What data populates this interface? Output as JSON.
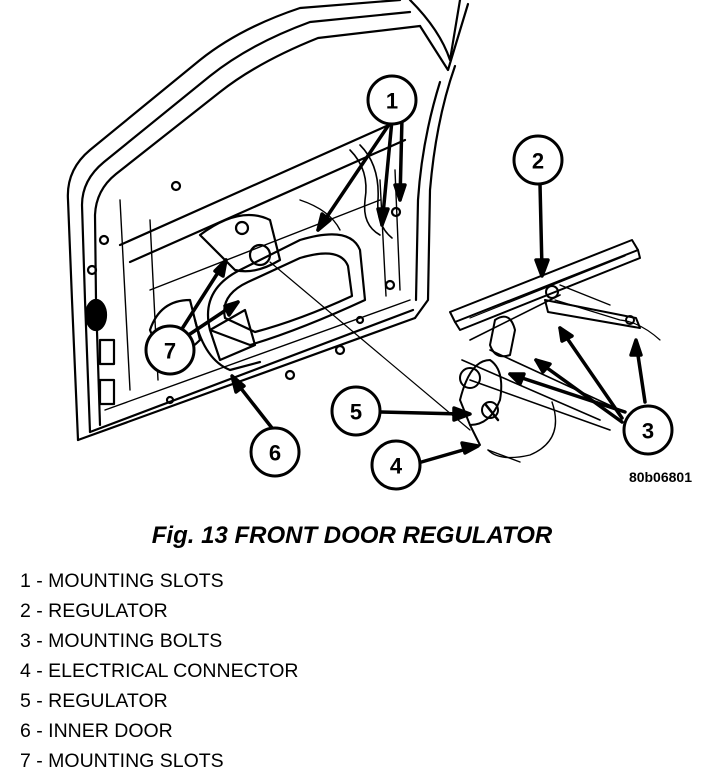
{
  "figure_code": "80b06801",
  "caption": "Fig. 13 FRONT DOOR REGULATOR",
  "callouts": [
    "1",
    "2",
    "3",
    "4",
    "5",
    "6",
    "7"
  ],
  "legend": [
    "1 - MOUNTING SLOTS",
    "2 - REGULATOR",
    "3 - MOUNTING BOLTS",
    "4 - ELECTRICAL CONNECTOR",
    "5 - REGULATOR",
    "6 - INNER DOOR",
    "7 - MOUNTING SLOTS"
  ]
}
